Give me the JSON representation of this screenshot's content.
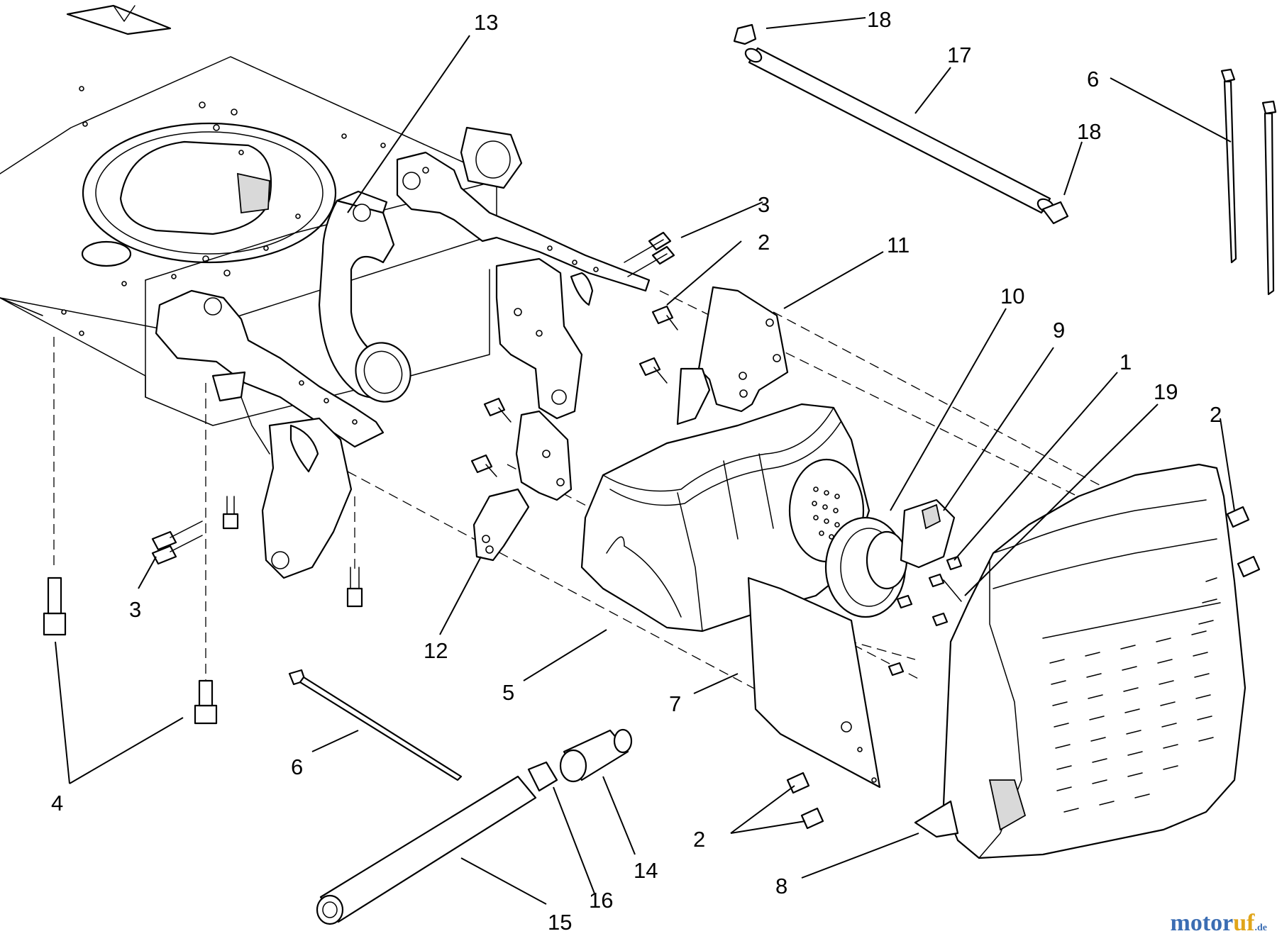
{
  "diagram": {
    "callouts": [
      {
        "id": "c13a",
        "text": "13"
      },
      {
        "id": "c18a",
        "text": "18"
      },
      {
        "id": "c17",
        "text": "17"
      },
      {
        "id": "c6a",
        "text": "6"
      },
      {
        "id": "c18b",
        "text": "18"
      },
      {
        "id": "c3a",
        "text": "3"
      },
      {
        "id": "c2a",
        "text": "2"
      },
      {
        "id": "c11",
        "text": "11"
      },
      {
        "id": "c10",
        "text": "10"
      },
      {
        "id": "c9",
        "text": "9"
      },
      {
        "id": "c1",
        "text": "1"
      },
      {
        "id": "c19",
        "text": "19"
      },
      {
        "id": "c2b",
        "text": "2"
      },
      {
        "id": "c3b",
        "text": "3"
      },
      {
        "id": "c12",
        "text": "12"
      },
      {
        "id": "c5",
        "text": "5"
      },
      {
        "id": "c7",
        "text": "7"
      },
      {
        "id": "c4",
        "text": "4"
      },
      {
        "id": "c6b",
        "text": "6"
      },
      {
        "id": "c2c",
        "text": "2"
      },
      {
        "id": "c8",
        "text": "8"
      },
      {
        "id": "c14",
        "text": "14"
      },
      {
        "id": "c16",
        "text": "16"
      },
      {
        "id": "c15",
        "text": "15"
      }
    ]
  },
  "watermark": {
    "part1": "motor",
    "part2": "uf",
    "part3": ".de"
  },
  "colors": {
    "ink": "#000000",
    "watermark_blue": "#3b6db3",
    "watermark_orange": "#e0a51a"
  }
}
